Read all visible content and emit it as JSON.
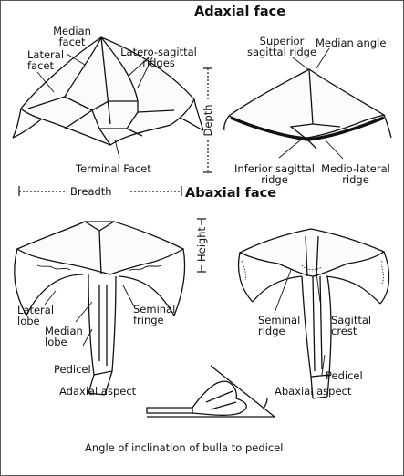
{
  "headings": {
    "adaxial_face": "Adaxial face",
    "abaxial_face": "Abaxial face"
  },
  "labels": {
    "lateral_facet": [
      "Lateral",
      "facet"
    ],
    "median_facet": [
      "Median",
      "facet"
    ],
    "latero_sagittal_ridges": [
      "Latero-sagittal",
      "ridges"
    ],
    "terminal_facet": "Terminal Facet",
    "superior_sagittal_ridge": [
      "Superior",
      "sagittal ridge"
    ],
    "median_angle": "Median angle",
    "depth": "Depth",
    "inferior_sagittal_ridge": [
      "Inferior sagittal",
      "ridge"
    ],
    "medio_lateral_ridge": [
      "Medio-lateral",
      "ridge"
    ],
    "breadth": "Breadth",
    "height": "Height",
    "lateral_lobe": [
      "Lateral",
      "lobe"
    ],
    "median_lobe": [
      "Median",
      "lobe"
    ],
    "seminal_fringe": [
      "Seminal",
      "fringe"
    ],
    "pedicel_left": "Pedicel",
    "seminal_ridge": [
      "Seminal",
      "ridge"
    ],
    "sagittal_crest": [
      "Sagittal",
      "crest"
    ],
    "pedicel_right": "Pedicel",
    "adaxial_aspect": "Adaxial aspect",
    "abaxial_aspect": "Abaxial aspect",
    "angle_caption": "Angle of inclination of bulla to pedicel"
  }
}
